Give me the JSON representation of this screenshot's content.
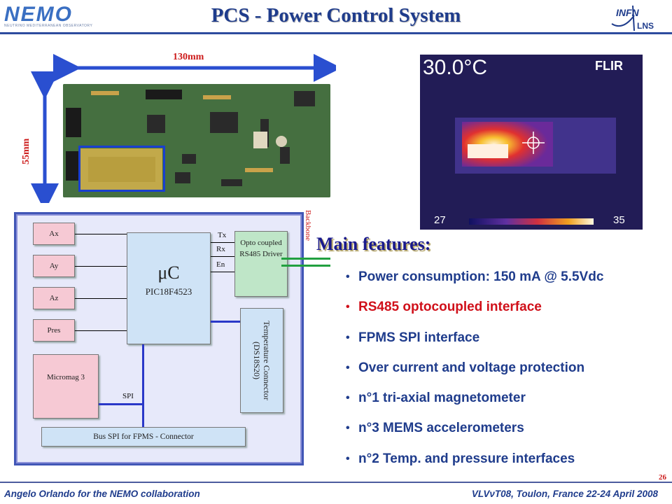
{
  "header": {
    "title": "PCS  -  Power Control System",
    "logo_left": "NEMO",
    "logo_left_sub": "NEUTRINO MEDITERRANEAN OBSERVATORY",
    "logo_right_top": "INFN",
    "logo_right_bottom": "LNS"
  },
  "board_photo": {
    "width_label": "130mm",
    "height_label": "55mm"
  },
  "thermal_image": {
    "temperature": "30.0°C",
    "brand": "FLIR",
    "scale_min": "27",
    "scale_max": "35"
  },
  "diagram": {
    "backbone_label": "Backbone",
    "sensors": [
      "Ax",
      "Ay",
      "Az",
      "Pres"
    ],
    "micromag": "Micromag 3",
    "mcu_symbol": "μC",
    "mcu_part": "PIC18F4523",
    "signals": [
      "Tx",
      "Rx",
      "En"
    ],
    "driver": "Opto coupled RS485 Driver",
    "temp_connector": "Temperature Connector (DS18S20)",
    "spi_label": "SPI",
    "bus": "Bus SPI for FPMS - Connector"
  },
  "features": {
    "heading": "Main features:",
    "items": [
      "Power consumption: 150 mA @ 5.5Vdc",
      "RS485 optocoupled interface",
      "FPMS SPI interface",
      "Over current and voltage protection",
      "n°1 tri-axial magnetometer",
      "n°3 MEMS accelerometers",
      "n°2 Temp. and pressure interfaces"
    ]
  },
  "footer": {
    "author": "Angelo Orlando for the NEMO collaboration",
    "event": "VLVνT08, Toulon, France 22-24 April 2008",
    "page": "26"
  },
  "colors": {
    "title_blue": "#1f3c8c",
    "accent_red": "#d0101a",
    "arrow_blue": "#2a4fd0"
  }
}
